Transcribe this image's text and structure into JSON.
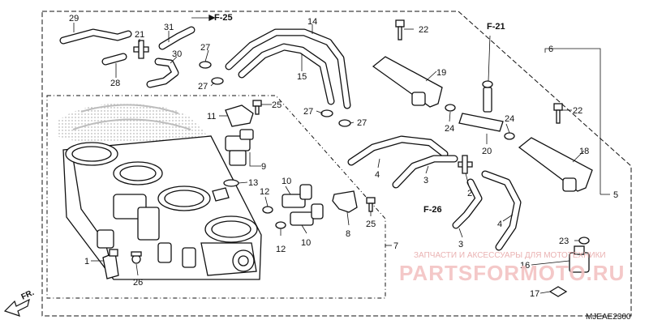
{
  "callouts": {
    "c1": "1",
    "c2": "2",
    "c3a": "3",
    "c3b": "3",
    "c4a": "4",
    "c4b": "4",
    "c5": "5",
    "c6": "6",
    "c7": "7",
    "c8": "8",
    "c9": "9",
    "c10a": "10",
    "c10b": "10",
    "c11": "11",
    "c12a": "12",
    "c12b": "12",
    "c13": "13",
    "c14": "14",
    "c15": "15",
    "c16": "16",
    "c17": "17",
    "c18": "18",
    "c19": "19",
    "c20": "20",
    "c21": "21",
    "c22a": "22",
    "c22b": "22",
    "c23": "23",
    "c24a": "24",
    "c24b": "24",
    "c25a": "25",
    "c25b": "25",
    "c26": "26",
    "c27a": "27",
    "c27b": "27",
    "c27c": "27",
    "c27d": "27",
    "c28": "28",
    "c29": "29",
    "c30": "30",
    "c31": "31"
  },
  "references": {
    "f25": "F-25",
    "f21": "F-21",
    "f26": "F-26"
  },
  "direction_label": "FR.",
  "diagram_code": "MJEAE2300",
  "watermark": {
    "line1": "ЗАПЧАСТИ И АКСЕССУАРЫ ДЛЯ МОТОТЕХНИКИ",
    "line2": "PARTSFORMOTO.RU"
  },
  "colors": {
    "ink": "#111111",
    "watermark": "#f0b8b8"
  }
}
